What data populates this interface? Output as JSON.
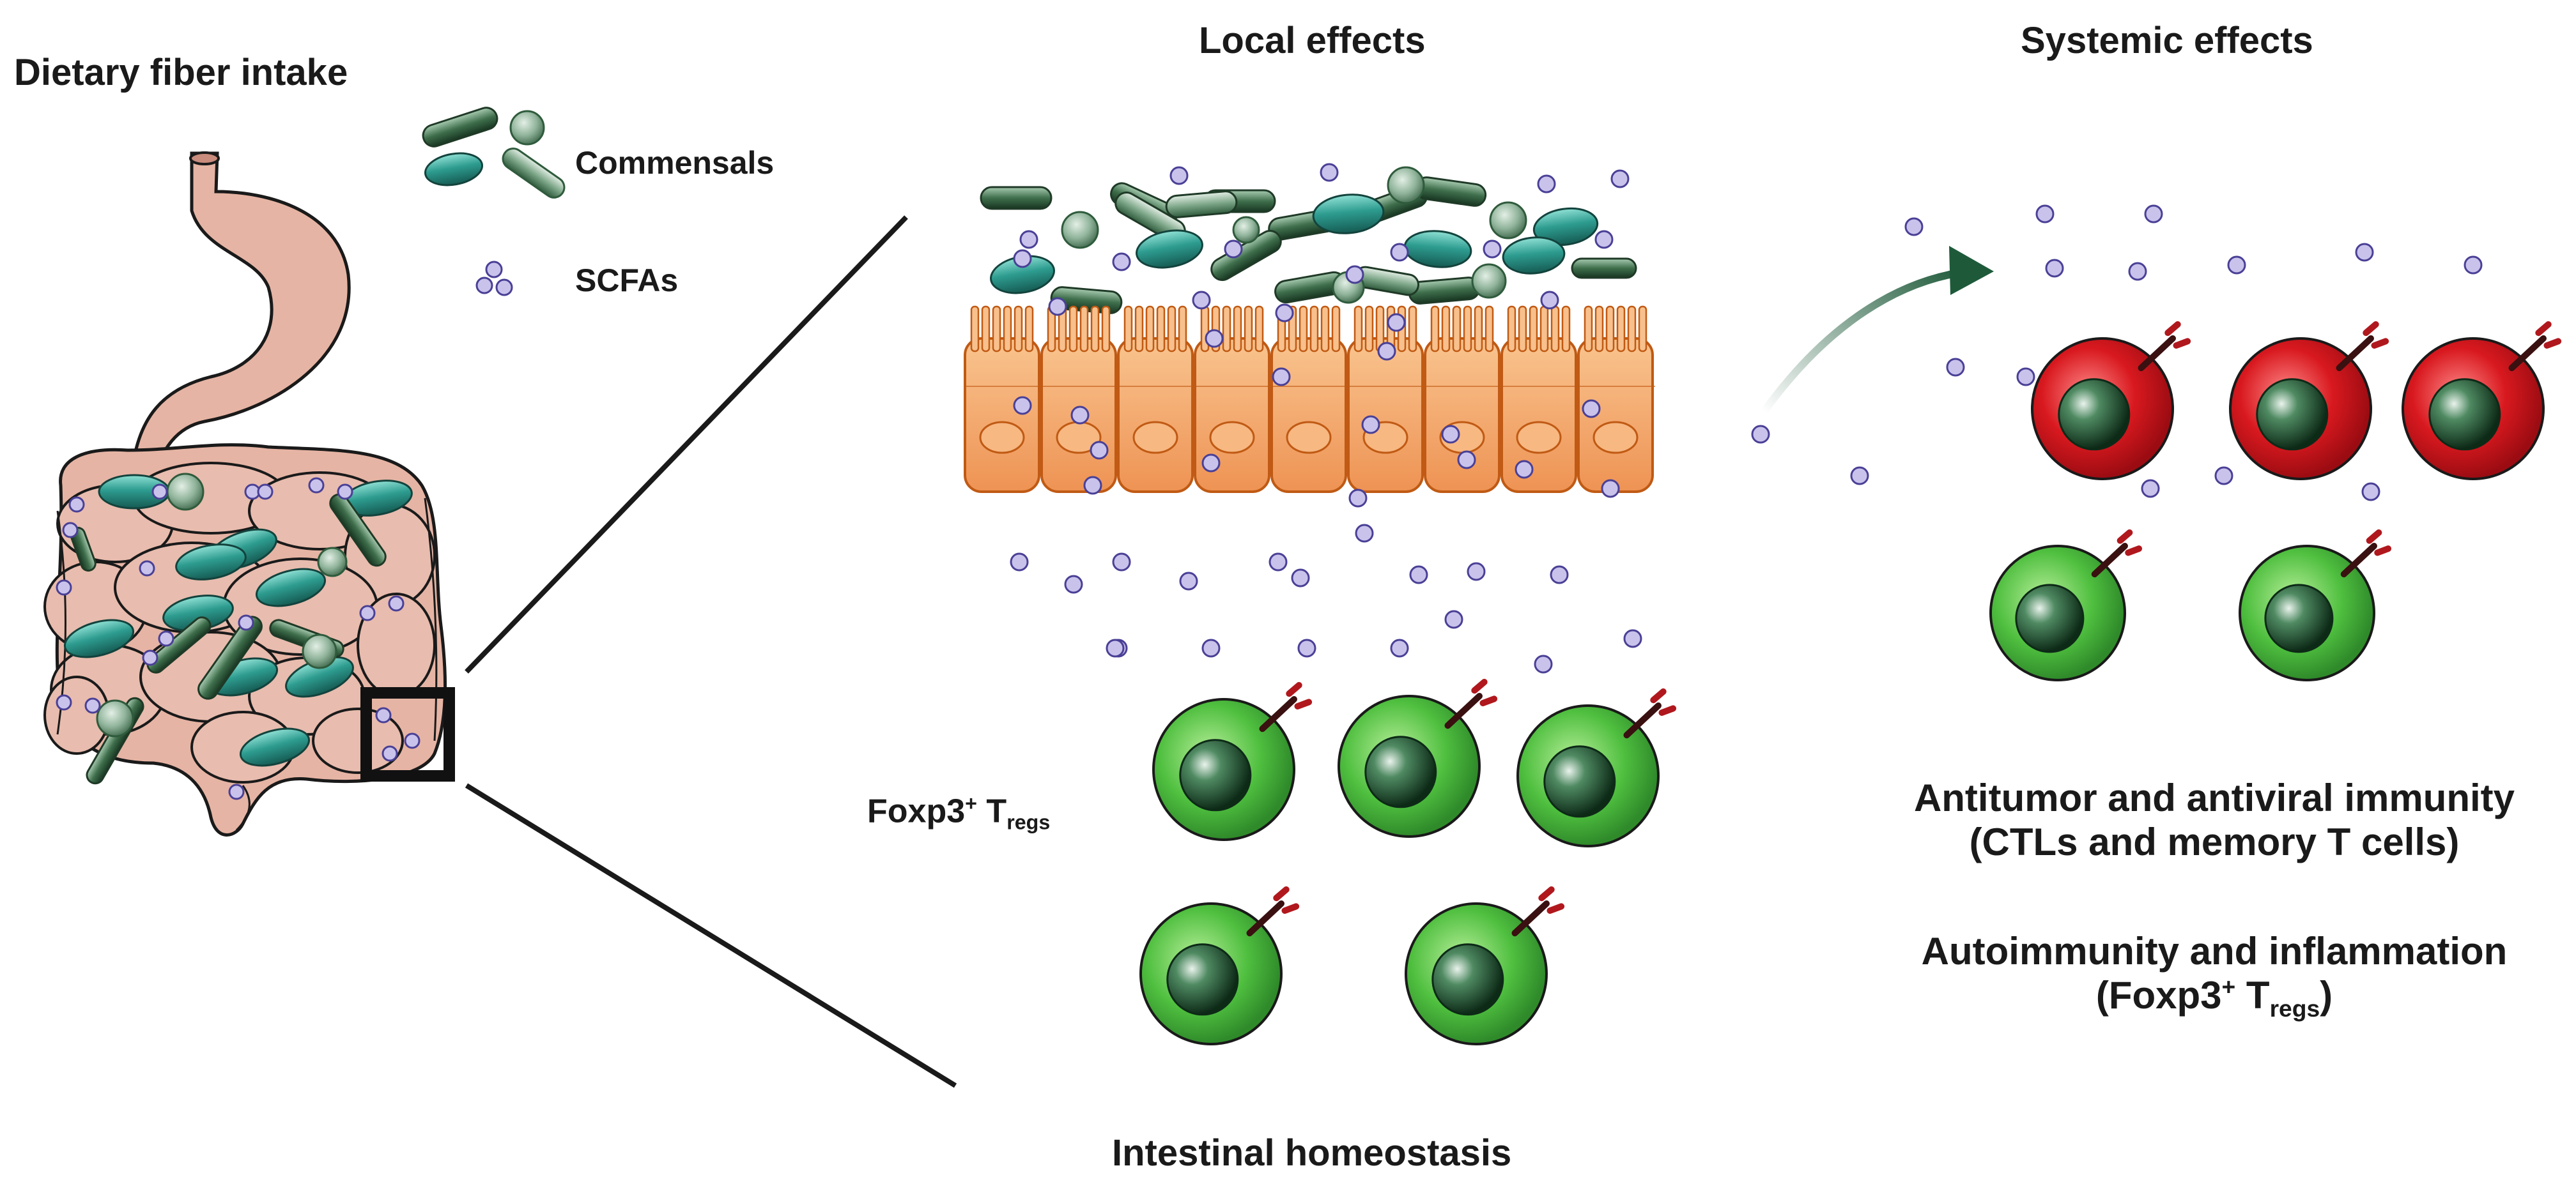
{
  "titles": {
    "dietary": "Dietary fiber intake",
    "local": "Local effects",
    "systemic": "Systemic effects"
  },
  "legend": {
    "commensals": "Commensals",
    "scfas": "SCFAs"
  },
  "treg_label": {
    "main": "Foxp3",
    "sup": "+",
    "t": " T",
    "sub": "regs"
  },
  "systemic_outcomes": {
    "line1": "Antitumor and antiviral immunity",
    "line2": "(CTLs and memory T cells)",
    "line3": "Autoimmunity and inflammation",
    "line4_main": "(Foxp3",
    "line4_sup": "+",
    "line4_t": " T",
    "line4_sub": "regs",
    "line4_end": ")"
  },
  "bottom_label": "Intestinal homeostasis",
  "colors": {
    "scfa_fill": "#c9c3ec",
    "scfa_stroke": "#4a4096",
    "bacteria_teal": "#2e9c90",
    "bacteria_green": "#5e8f6a",
    "bacteria_grey": "#9dbfa8",
    "gut_pink": "#e6b4a4",
    "epithelium_orange": "#f3a76a",
    "treg_green": "#4fbf3f",
    "effector_red": "#d8191f",
    "nucleus": "#1f4a2d"
  },
  "icons": {
    "scfa": "scfa-dot-icon",
    "commensal": "bacterium-icon",
    "treg": "treg-cell-icon",
    "effector": "effector-t-cell-icon",
    "receptor": "receptor-icon",
    "arrow": "curved-arrow-icon"
  }
}
